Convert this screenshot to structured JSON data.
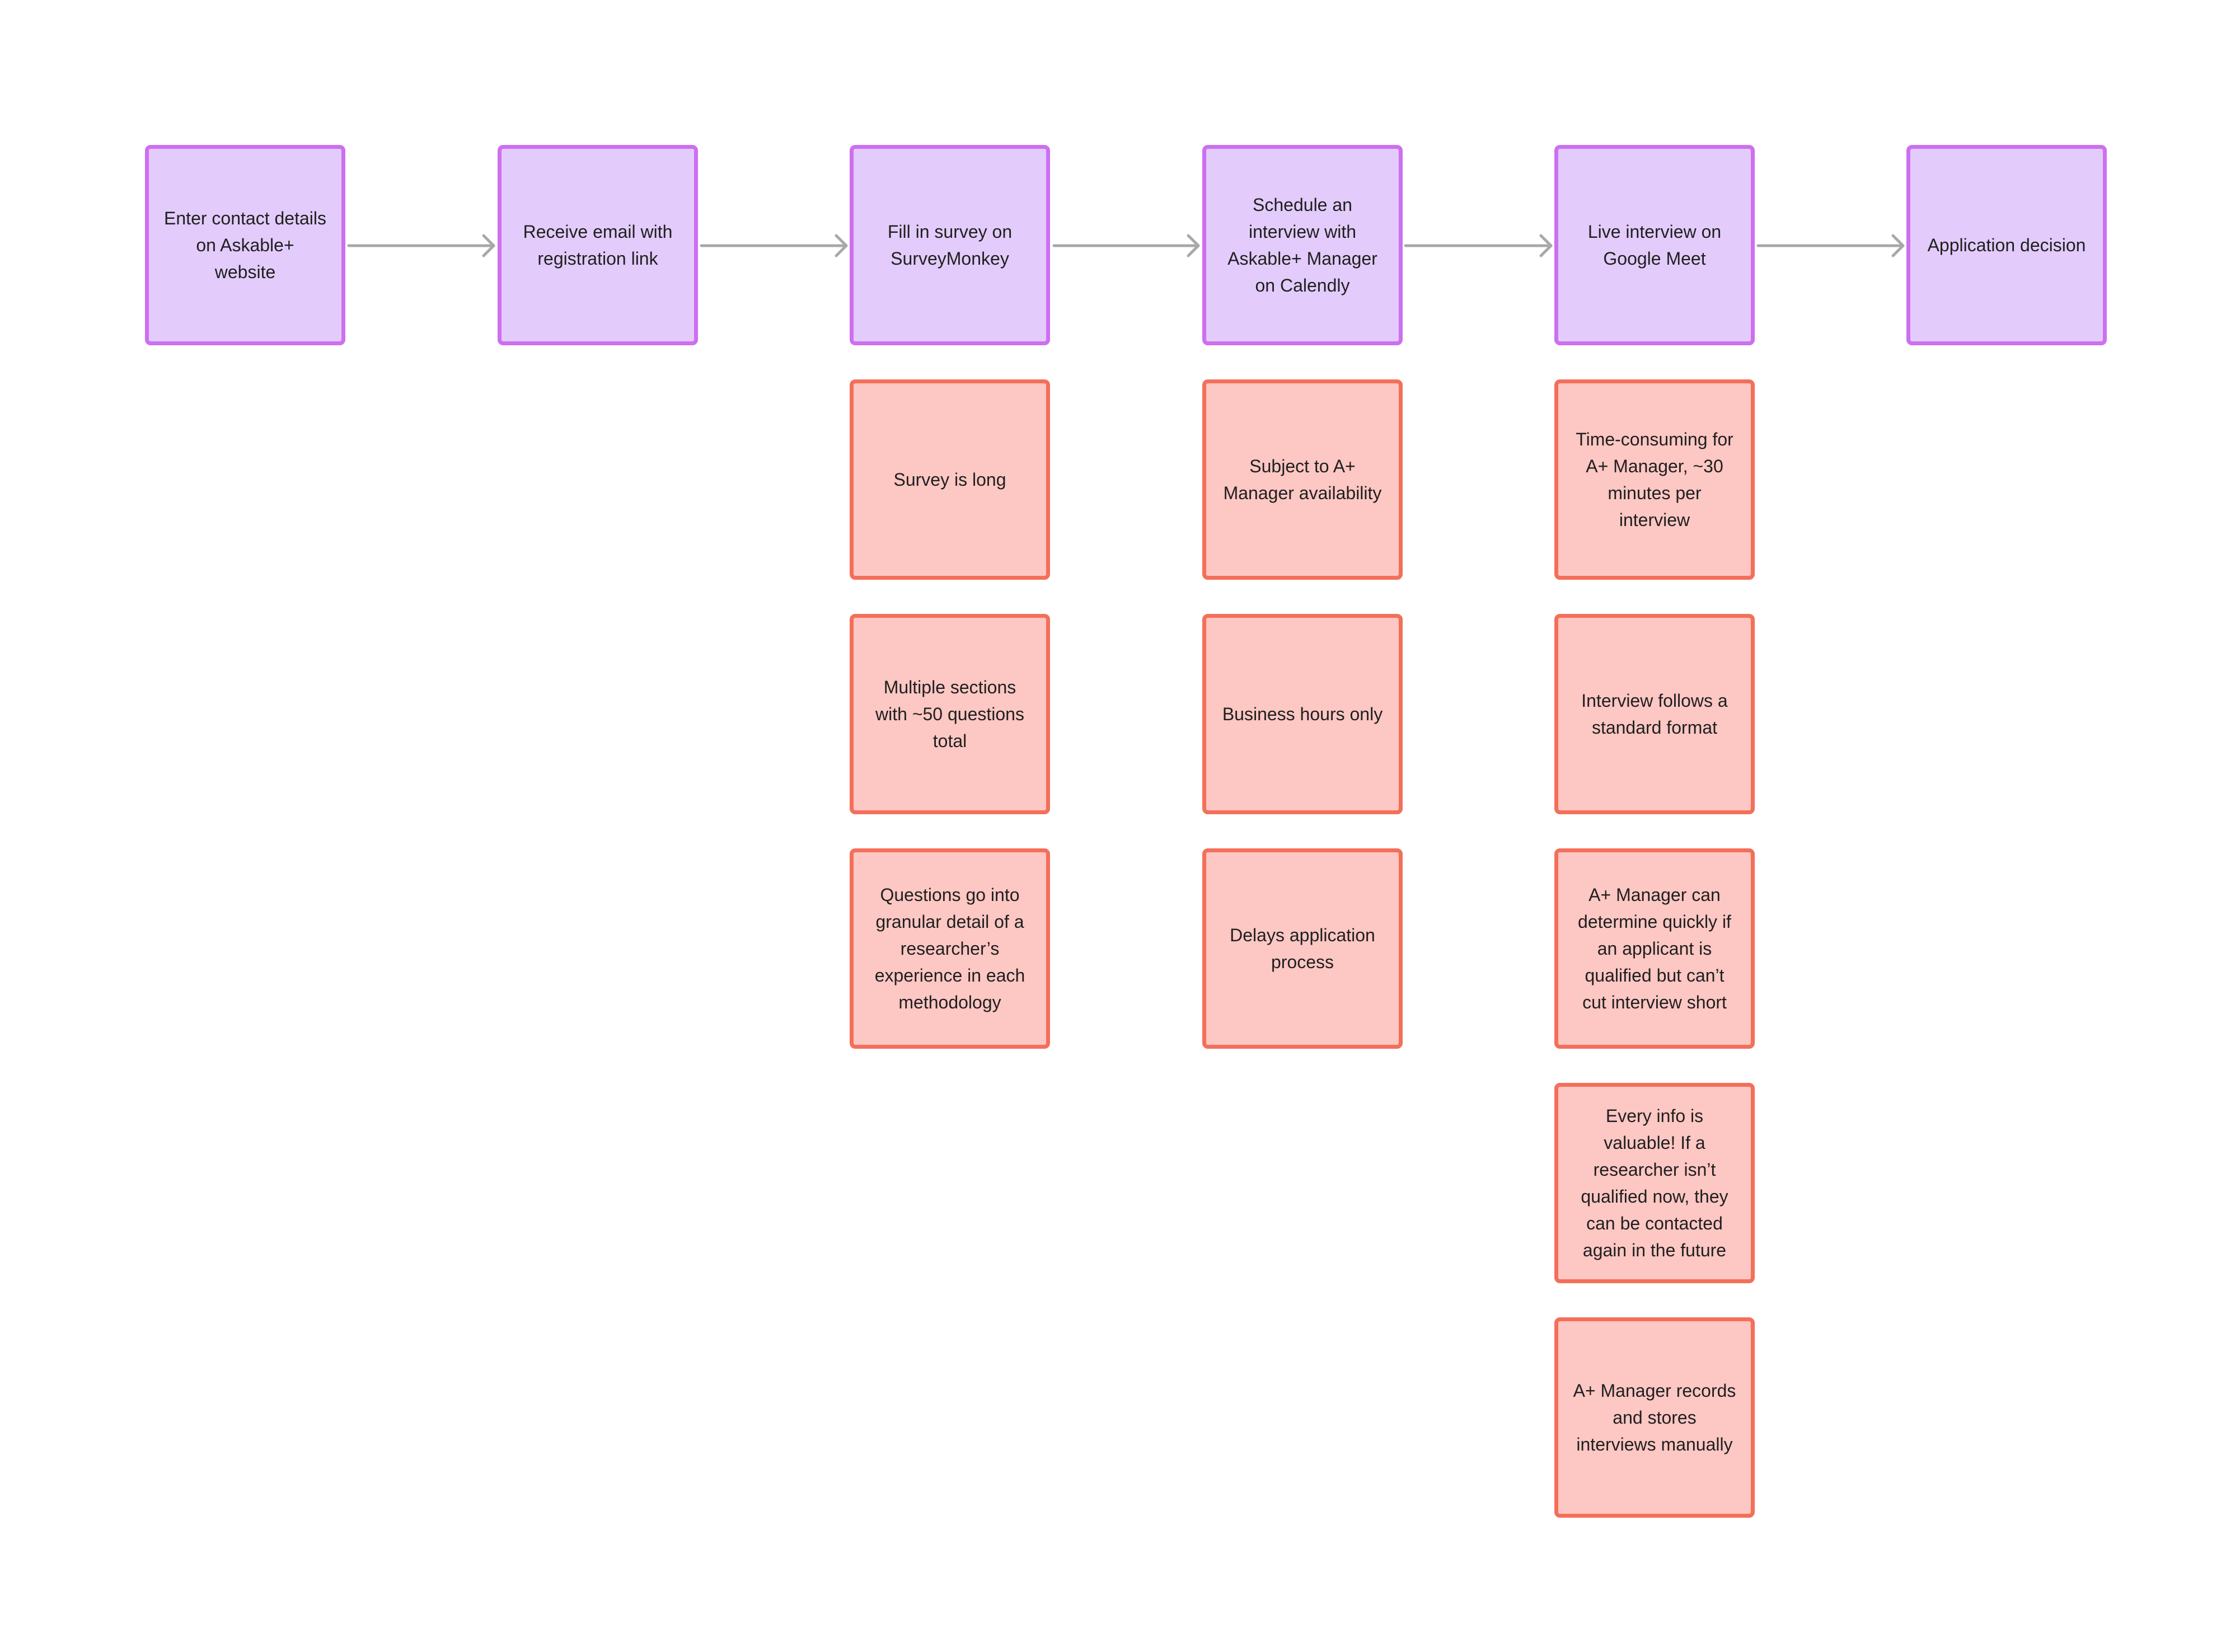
{
  "colors": {
    "step_fill": "#e3ccfb",
    "step_border": "#cd6ff1",
    "pain_fill": "#fdc7c3",
    "pain_border": "#f46f5a",
    "arrow": "#a8a8a8"
  },
  "steps": [
    {
      "label": "Enter contact details on Askable+ website"
    },
    {
      "label": "Receive email with registration link"
    },
    {
      "label": "Fill in survey on SurveyMonkey"
    },
    {
      "label": "Schedule an interview with Askable+ Manager on Calendly"
    },
    {
      "label": "Live interview on Google Meet"
    },
    {
      "label": "Application decision"
    }
  ],
  "pain_points": {
    "survey": [
      "Survey is long",
      "Multiple sections with ~50 questions total",
      "Questions go into granular detail of a researcher’s experience in each methodology"
    ],
    "schedule": [
      "Subject to A+ Manager availability",
      "Business hours only",
      "Delays application process"
    ],
    "interview": [
      "Time-consuming for A+ Manager, ~30 minutes per interview",
      "Interview follows a standard format",
      "A+ Manager can determine quickly if an applicant is qualified but can’t cut interview short",
      "Every info is valuable! If a researcher isn’t qualified now, they can be contacted again in the future",
      "A+ Manager records and stores interviews manually"
    ]
  }
}
